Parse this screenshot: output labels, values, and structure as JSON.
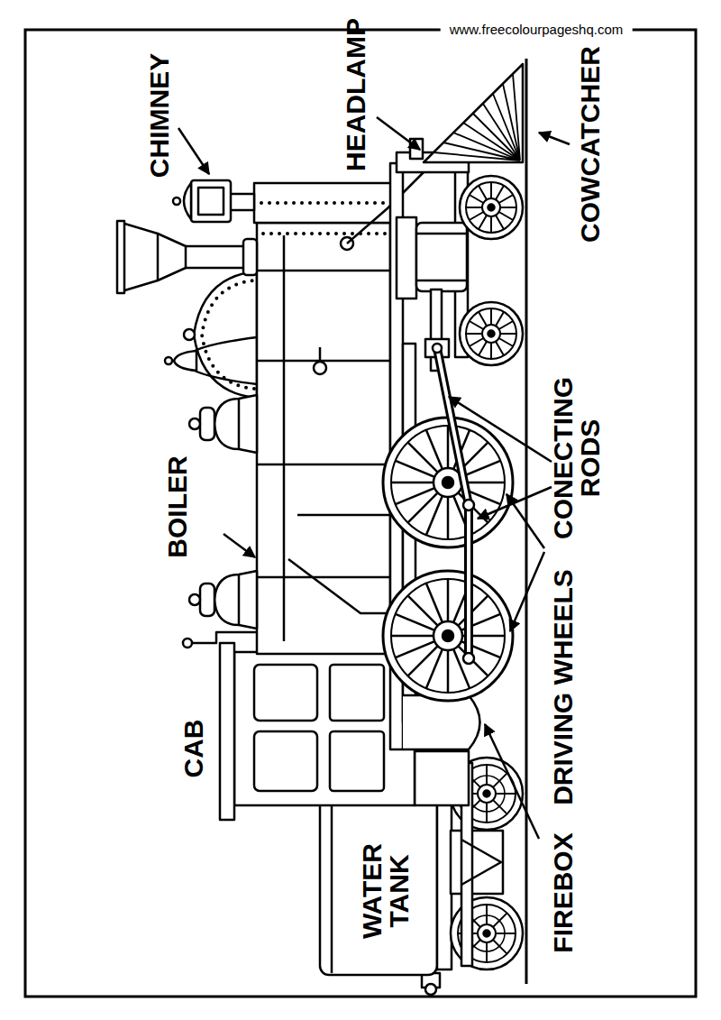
{
  "diagram": {
    "labels": [
      "www.freecolourpageshq.com",
      "CHIMNEY",
      "HEADLAMP",
      "COWCATCHER",
      "BOILER",
      "CONECTING RODS",
      "DRIVING WHEELS",
      "CAB",
      "WATER TANK",
      "FIREBOX"
    ]
  }
}
